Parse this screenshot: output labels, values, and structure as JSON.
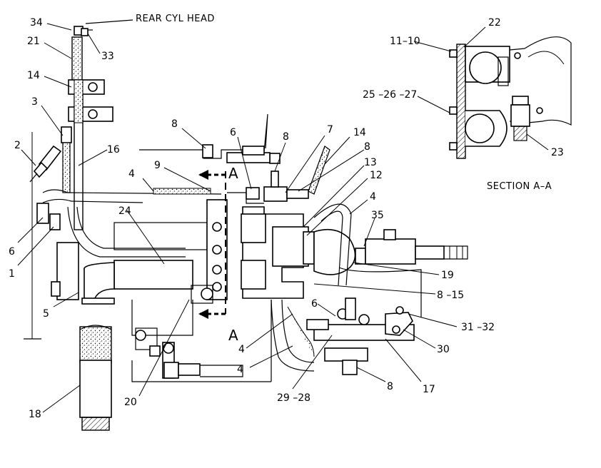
{
  "labels": {
    "rear_cyl_head": "REAR CYL HEAD",
    "section_a_a": "SECTION A–A",
    "section_marker": "A"
  },
  "callouts": {
    "c34": "34",
    "c33": "33",
    "c21": "21",
    "c14a": "14",
    "c3": "3",
    "c2": "2",
    "c16": "16",
    "c6a": "6",
    "c1": "1",
    "c5": "5",
    "c18": "18",
    "c20": "20",
    "c24": "24",
    "c9": "9",
    "c4a": "4",
    "c8a": "8",
    "c6b": "6",
    "c8b": "8",
    "c7": "7",
    "c14b": "14",
    "c8c": "8",
    "c13": "13",
    "c12": "12",
    "c4b": "4",
    "c35": "35",
    "c19": "19",
    "c8_15": "8 –15",
    "c6c": "6",
    "c31_32": "31 –32",
    "c30": "30",
    "c17": "17",
    "c8d": "8",
    "c29_28": "29 –28",
    "c4c": "4",
    "c4d": "4",
    "c11_10": "11–10",
    "c22": "22",
    "c25_27": "25 –26 –27",
    "c23": "23"
  }
}
